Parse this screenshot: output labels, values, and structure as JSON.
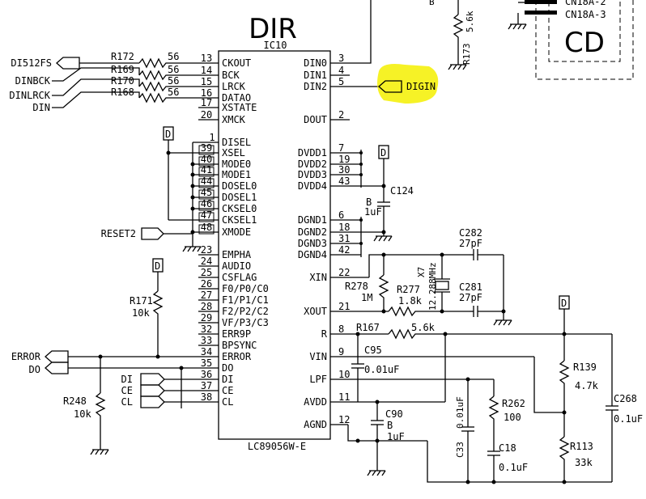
{
  "block_title": "DIR",
  "ic": {
    "ref": "IC10",
    "part": "LC89056W-E"
  },
  "left_pins": [
    {
      "num": "13",
      "name": "CKOUT"
    },
    {
      "num": "14",
      "name": "BCK"
    },
    {
      "num": "15",
      "name": "LRCK"
    },
    {
      "num": "16",
      "name": "DATAO"
    },
    {
      "num": "17",
      "name": "XSTATE"
    },
    {
      "num": "20",
      "name": "XMCK"
    },
    {
      "num": "1",
      "name": "DISEL"
    },
    {
      "num": "39",
      "name": "XSEL"
    },
    {
      "num": "40",
      "name": "MODE0"
    },
    {
      "num": "41",
      "name": "MODE1"
    },
    {
      "num": "44",
      "name": "DOSEL0"
    },
    {
      "num": "45",
      "name": "DOSEL1"
    },
    {
      "num": "46",
      "name": "CKSEL0"
    },
    {
      "num": "47",
      "name": "CKSEL1"
    },
    {
      "num": "48",
      "name": "XMODE"
    },
    {
      "num": "23",
      "name": "EMPHA"
    },
    {
      "num": "24",
      "name": "AUDIO"
    },
    {
      "num": "25",
      "name": "CSFLAG"
    },
    {
      "num": "26",
      "name": "F0/P0/C0"
    },
    {
      "num": "27",
      "name": "F1/P1/C1"
    },
    {
      "num": "28",
      "name": "F2/P2/C2"
    },
    {
      "num": "29",
      "name": "VF/P3/C3"
    },
    {
      "num": "32",
      "name": "ERR9P"
    },
    {
      "num": "33",
      "name": "BPSYNC"
    },
    {
      "num": "34",
      "name": "ERROR"
    },
    {
      "num": "35",
      "name": "DO"
    },
    {
      "num": "36",
      "name": "DI"
    },
    {
      "num": "37",
      "name": "CE"
    },
    {
      "num": "38",
      "name": "CL"
    }
  ],
  "right_pins": [
    {
      "num": "3",
      "name": "DIN0"
    },
    {
      "num": "4",
      "name": "DIN1"
    },
    {
      "num": "5",
      "name": "DIN2"
    },
    {
      "num": "2",
      "name": "DOUT"
    },
    {
      "num": "7",
      "name": "DVDD1"
    },
    {
      "num": "19",
      "name": "DVDD2"
    },
    {
      "num": "30",
      "name": "DVDD3"
    },
    {
      "num": "43",
      "name": "DVDD4"
    },
    {
      "num": "6",
      "name": "DGND1"
    },
    {
      "num": "18",
      "name": "DGND2"
    },
    {
      "num": "31",
      "name": "DGND3"
    },
    {
      "num": "42",
      "name": "DGND4"
    },
    {
      "num": "22",
      "name": "XIN"
    },
    {
      "num": "21",
      "name": "XOUT"
    },
    {
      "num": "8",
      "name": "R"
    },
    {
      "num": "9",
      "name": "VIN"
    },
    {
      "num": "10",
      "name": "LPF"
    },
    {
      "num": "11",
      "name": "AVDD"
    },
    {
      "num": "12",
      "name": "AGND"
    }
  ],
  "signals_left": [
    "DI512FS",
    "DINBCK",
    "DINLRCK",
    "DIN"
  ],
  "signal_digin": "DIGIN",
  "signal_reset": "RESET2",
  "signals_err": [
    "ERROR",
    "DO"
  ],
  "signals_serial": [
    "DI",
    "CE",
    "CL"
  ],
  "series_resistors": [
    {
      "ref": "R172",
      "val": "56"
    },
    {
      "ref": "R169",
      "val": "56"
    },
    {
      "ref": "R170",
      "val": "56"
    },
    {
      "ref": "R168",
      "val": "56"
    }
  ],
  "components": {
    "r171": {
      "ref": "R171",
      "val": "10k"
    },
    "r248": {
      "ref": "R248",
      "val": "10k"
    },
    "r173": {
      "ref": "R173",
      "val": "5.6k"
    },
    "c124": {
      "ref": "C124",
      "type": "B",
      "val": "1uF"
    },
    "c282": {
      "ref": "C282",
      "val": "27pF"
    },
    "c281": {
      "ref": "C281",
      "val": "27pF"
    },
    "x7": {
      "ref": "X7",
      "val": "12.288MHz"
    },
    "r278": {
      "ref": "R278",
      "val": "1M"
    },
    "r277": {
      "ref": "R277",
      "val": "1.8k"
    },
    "r167": {
      "ref": "R167",
      "val": "5.6k"
    },
    "c95": {
      "ref": "C95",
      "val": "0.01uF"
    },
    "c90": {
      "ref": "C90",
      "type": "B",
      "val": "1uF"
    },
    "c33": {
      "ref": "C33",
      "val": "0.01uF"
    },
    "r262": {
      "ref": "R262",
      "val": "100"
    },
    "c18": {
      "ref": "C18",
      "val": "0.1uF"
    },
    "r139": {
      "ref": "R139",
      "val": "4.7k"
    },
    "r113": {
      "ref": "R113",
      "val": "33k"
    },
    "c268": {
      "ref": "C268",
      "val": "0.1uF"
    }
  },
  "power_flag": "D",
  "cd_block": {
    "title": "CD",
    "conn1": "CN18A-2",
    "conn2": "CN18A-3"
  }
}
